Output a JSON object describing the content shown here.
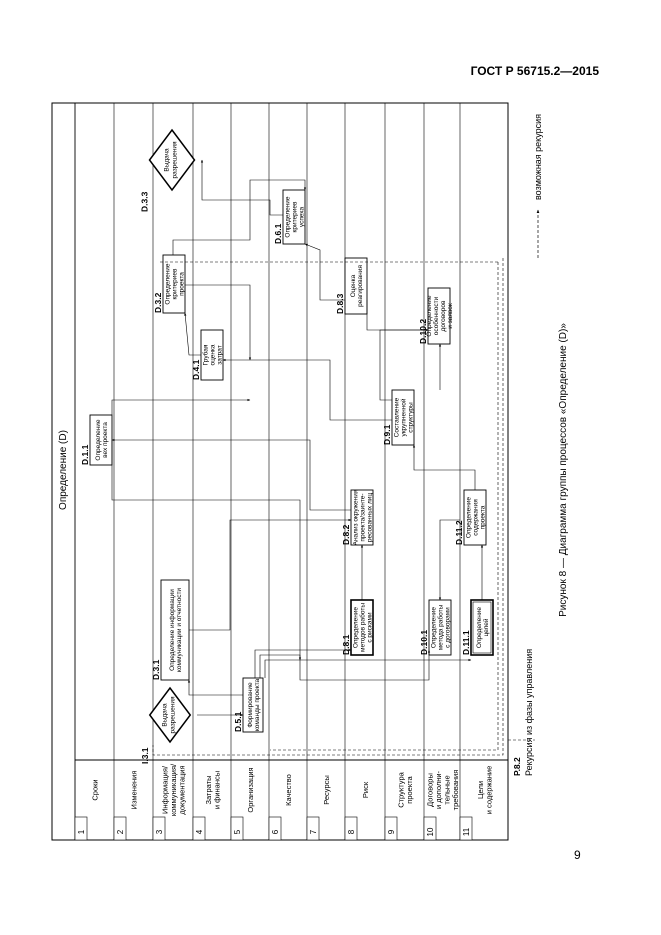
{
  "header": {
    "standard": "ГОСТ Р 56715.2—2015"
  },
  "page_number": "9",
  "diagram": {
    "title": "Определение (D)",
    "caption": "Рисунок 8 — Диаграмма группы процессов «Определение (D)»",
    "legend_label": "возможная рекурсия",
    "recursion_id": "P.8.2",
    "recursion_label": "Рекурсия из фазы управления",
    "lanes": [
      {
        "num": "1",
        "name": [
          "Сроки"
        ]
      },
      {
        "num": "2",
        "name": [
          "Изменения"
        ]
      },
      {
        "num": "3",
        "name": [
          "Информация/",
          "коммуникация/",
          "документация"
        ]
      },
      {
        "num": "4",
        "name": [
          "Затраты",
          "и финансы"
        ]
      },
      {
        "num": "5",
        "name": [
          "Организация"
        ]
      },
      {
        "num": "6",
        "name": [
          "Качество"
        ]
      },
      {
        "num": "7",
        "name": [
          "Ресурсы"
        ]
      },
      {
        "num": "8",
        "name": [
          "Риск"
        ]
      },
      {
        "num": "9",
        "name": [
          "Структура",
          "проекта"
        ]
      },
      {
        "num": "10",
        "name": [
          "Договоры",
          "и дополни-",
          "тельные",
          "требования"
        ]
      },
      {
        "num": "11",
        "name": [
          "Цели",
          "и содержание"
        ]
      }
    ],
    "processes": {
      "i131": {
        "id": "I.3.1",
        "lines": [
          "Выдача",
          "разрешения"
        ]
      },
      "d51": {
        "id": "D.5.1",
        "lines": [
          "Формирование",
          "команды проекта"
        ]
      },
      "d31": {
        "id": "D.3.1",
        "lines": [
          "Определение информации",
          "коммуникации и отчетности"
        ]
      },
      "d81": {
        "id": "D.8.1",
        "lines": [
          "Определение",
          "методов работы",
          "с рисками"
        ]
      },
      "d101": {
        "id": "D.10.1",
        "lines": [
          "Определение",
          "метода работы",
          "с договорами"
        ]
      },
      "d111": {
        "id": "D.11.1",
        "lines": [
          "Определение",
          "целей"
        ]
      },
      "d112": {
        "id": "D.11.2",
        "lines": [
          "Определение",
          "содержания",
          "проекта"
        ]
      },
      "d82": {
        "id": "D.8.2",
        "lines": [
          "Анализ окружения",
          "проекта/заинте-",
          "ресованных лиц"
        ]
      },
      "d11": {
        "id": "D.1.1",
        "lines": [
          "Определение",
          "вех проекта"
        ]
      },
      "d91": {
        "id": "D.9.1",
        "lines": [
          "Составление",
          "укрупненной",
          "структуры"
        ]
      },
      "d41": {
        "id": "D.4.1",
        "lines": [
          "Грубая",
          "оценка",
          "затрат"
        ]
      },
      "d102": {
        "id": "D.10.2",
        "lines": [
          "Определение",
          "особенности",
          "договоров",
          "и заявок"
        ]
      },
      "d32": {
        "id": "D.3.2",
        "lines": [
          "Определение",
          "критериев",
          "проекта"
        ]
      },
      "d83": {
        "id": "D.8.3",
        "lines": [
          "Оценка",
          "реагирования"
        ]
      },
      "d61": {
        "id": "D.6.1",
        "lines": [
          "Определение",
          "критериев",
          "успеха"
        ]
      },
      "d33": {
        "id": "D.3.3",
        "lines": [
          "Выдача",
          "разрешения"
        ]
      }
    }
  }
}
